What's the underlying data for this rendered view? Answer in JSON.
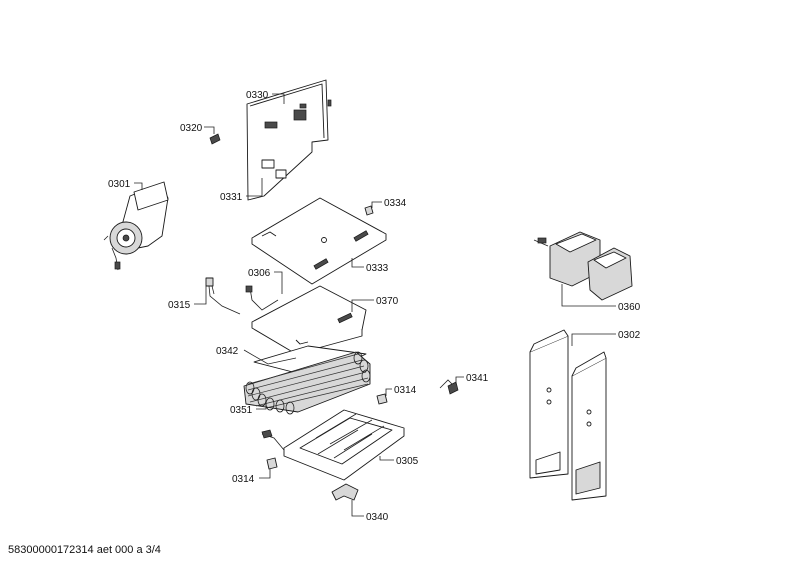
{
  "labels": {
    "p0330": "0330",
    "p0320": "0320",
    "p0301": "0301",
    "p0331": "0331",
    "p0334": "0334",
    "p0333": "0333",
    "p0306": "0306",
    "p0370": "0370",
    "p0315": "0315",
    "p0342": "0342",
    "p0351": "0351",
    "p0314a": "0314",
    "p0341": "0341",
    "p0314b": "0314",
    "p0305": "0305",
    "p0340": "0340",
    "p0360": "0360",
    "p0302": "0302"
  },
  "footer": "58300000172314 aet 000 a 3/4"
}
